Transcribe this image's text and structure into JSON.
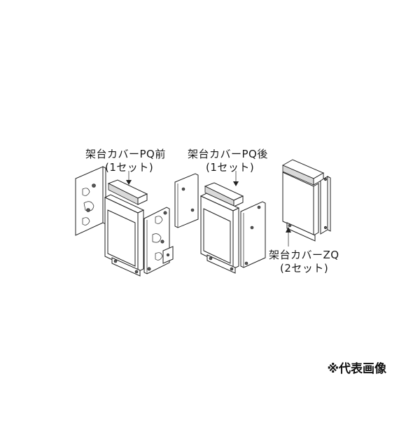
{
  "labels": {
    "pq_front": {
      "name": "架台カバーPQ前",
      "qty": "(1セット)"
    },
    "pq_rear": {
      "name": "架台カバーPQ後",
      "qty": "(1セット)"
    },
    "zq": {
      "name": "架台カバーZQ",
      "qty": "(2セット)"
    }
  },
  "note": "※代表画像"
}
